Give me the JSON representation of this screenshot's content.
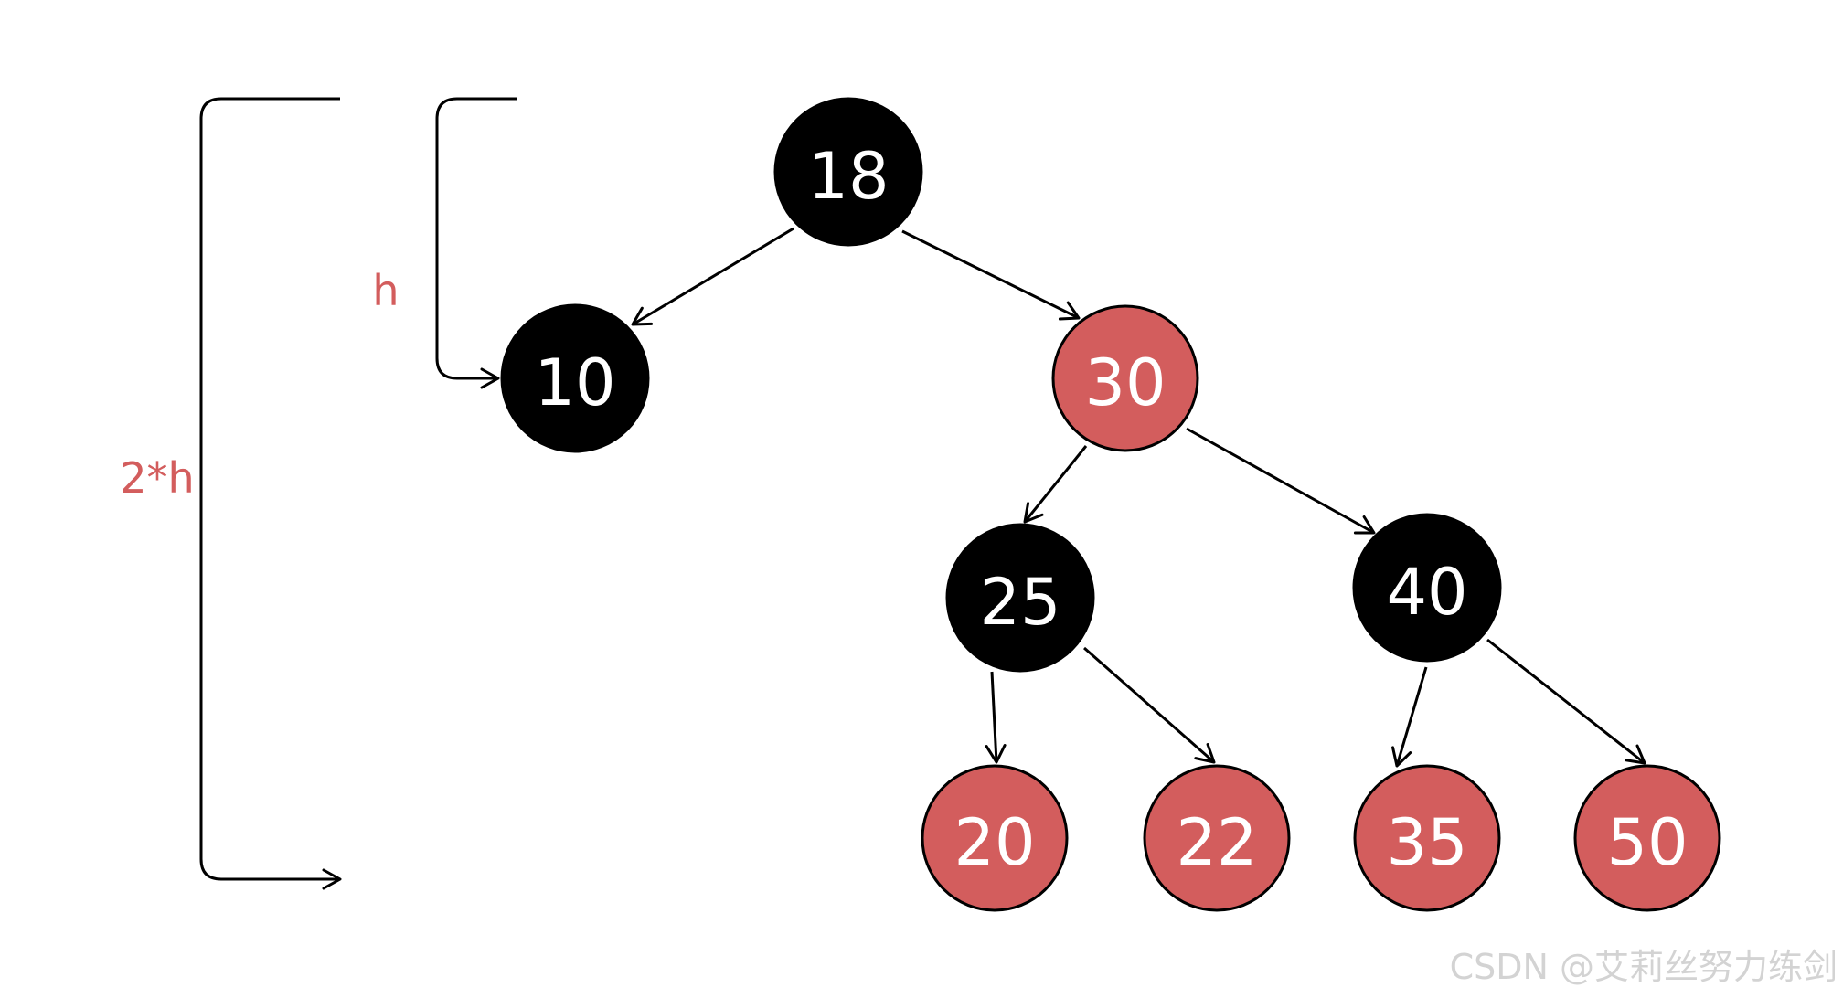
{
  "colors": {
    "black_node": "#000000",
    "red_node": "#d35d5d",
    "node_text": "#ffffff",
    "edge": "#000000",
    "annotation_text": "#d35d5d",
    "watermark": "#d3d3d3"
  },
  "nodes": [
    {
      "id": "n18",
      "label": "18",
      "color": "black"
    },
    {
      "id": "n10",
      "label": "10",
      "color": "black"
    },
    {
      "id": "n30",
      "label": "30",
      "color": "red"
    },
    {
      "id": "n25",
      "label": "25",
      "color": "black"
    },
    {
      "id": "n40",
      "label": "40",
      "color": "black"
    },
    {
      "id": "n20",
      "label": "20",
      "color": "red"
    },
    {
      "id": "n22",
      "label": "22",
      "color": "red"
    },
    {
      "id": "n35",
      "label": "35",
      "color": "red"
    },
    {
      "id": "n50",
      "label": "50",
      "color": "red"
    }
  ],
  "edges": [
    {
      "from": "n18",
      "to": "n10"
    },
    {
      "from": "n18",
      "to": "n30"
    },
    {
      "from": "n30",
      "to": "n25"
    },
    {
      "from": "n30",
      "to": "n40"
    },
    {
      "from": "n25",
      "to": "n20"
    },
    {
      "from": "n25",
      "to": "n22"
    },
    {
      "from": "n40",
      "to": "n35"
    },
    {
      "from": "n40",
      "to": "n50"
    }
  ],
  "annotations": {
    "short_bracket_label": "h",
    "long_bracket_label": "2*h"
  },
  "watermark": "CSDN @艾莉丝努力练剑"
}
